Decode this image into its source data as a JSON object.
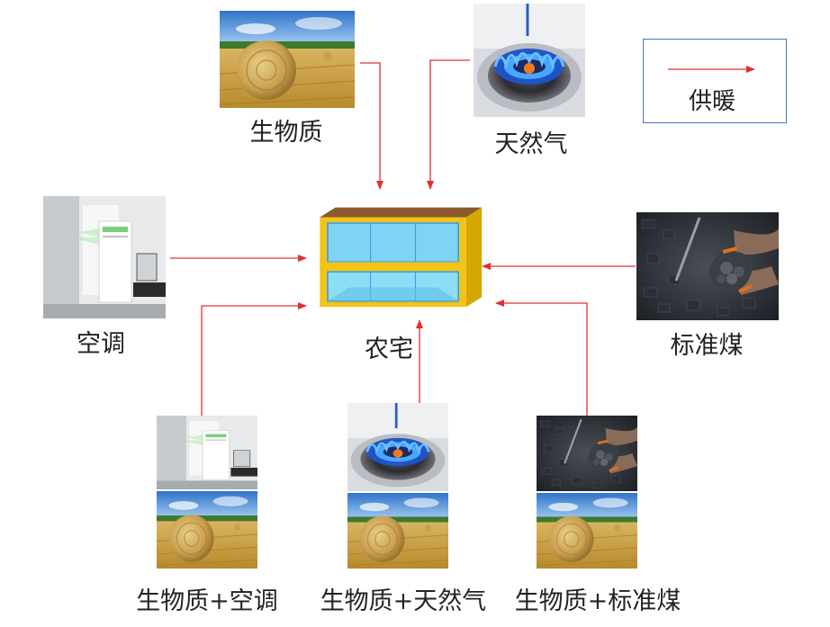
{
  "legend": {
    "label": "供暖",
    "color": "#e03030"
  },
  "center": {
    "label": "农宅"
  },
  "sources": [
    {
      "id": "biomass",
      "label": "生物质",
      "icon": "hay-bale-icon"
    },
    {
      "id": "gas",
      "label": "天然气",
      "icon": "gas-flame-icon"
    },
    {
      "id": "ac",
      "label": "空调",
      "icon": "air-conditioner-icon"
    },
    {
      "id": "coal",
      "label": "标准煤",
      "icon": "coal-icon"
    },
    {
      "id": "biomass_ac",
      "label": "生物质+空调",
      "icon": "air-conditioner-and-hay-bale-icon"
    },
    {
      "id": "biomass_gas",
      "label": "生物质+天然气",
      "icon": "gas-flame-and-hay-bale-icon"
    },
    {
      "id": "biomass_coal",
      "label": "生物质+标准煤",
      "icon": "coal-and-hay-bale-icon"
    }
  ]
}
